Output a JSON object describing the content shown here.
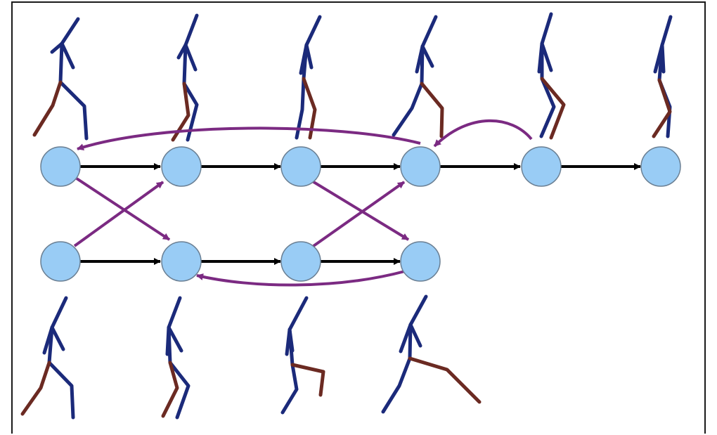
{
  "diagram": {
    "colors": {
      "node_fill": "#99ccf5",
      "node_stroke": "#6a7f93",
      "sequence_arrow": "#000000",
      "transition_arrow": "#7b2a82",
      "figure_body": "#1b2a7a",
      "figure_accent": "#6b2a22",
      "border": "#1a1a1a"
    },
    "top_row": {
      "nodes": [
        {
          "id": "t1",
          "pose": "walk-1"
        },
        {
          "id": "t2",
          "pose": "walk-2"
        },
        {
          "id": "t3",
          "pose": "walk-3"
        },
        {
          "id": "t4",
          "pose": "walk-4"
        },
        {
          "id": "t5",
          "pose": "walk-5"
        },
        {
          "id": "t6",
          "pose": "walk-6"
        }
      ]
    },
    "bottom_row": {
      "nodes": [
        {
          "id": "b1",
          "pose": "walk-1b"
        },
        {
          "id": "b2",
          "pose": "walk-2b"
        },
        {
          "id": "b3",
          "pose": "kick-1"
        },
        {
          "id": "b4",
          "pose": "kick-2"
        }
      ]
    },
    "sequence_edges": [
      [
        "t1",
        "t2"
      ],
      [
        "t2",
        "t3"
      ],
      [
        "t3",
        "t4"
      ],
      [
        "t4",
        "t5"
      ],
      [
        "t5",
        "t6"
      ],
      [
        "b1",
        "b2"
      ],
      [
        "b2",
        "b3"
      ],
      [
        "b3",
        "b4"
      ]
    ],
    "transition_edges": [
      [
        "t1",
        "b2"
      ],
      [
        "b1",
        "t2"
      ],
      [
        "t3",
        "b4"
      ],
      [
        "b3",
        "t4"
      ],
      [
        "t4",
        "t1"
      ],
      [
        "t5",
        "t4"
      ],
      [
        "b4",
        "b2"
      ]
    ]
  }
}
